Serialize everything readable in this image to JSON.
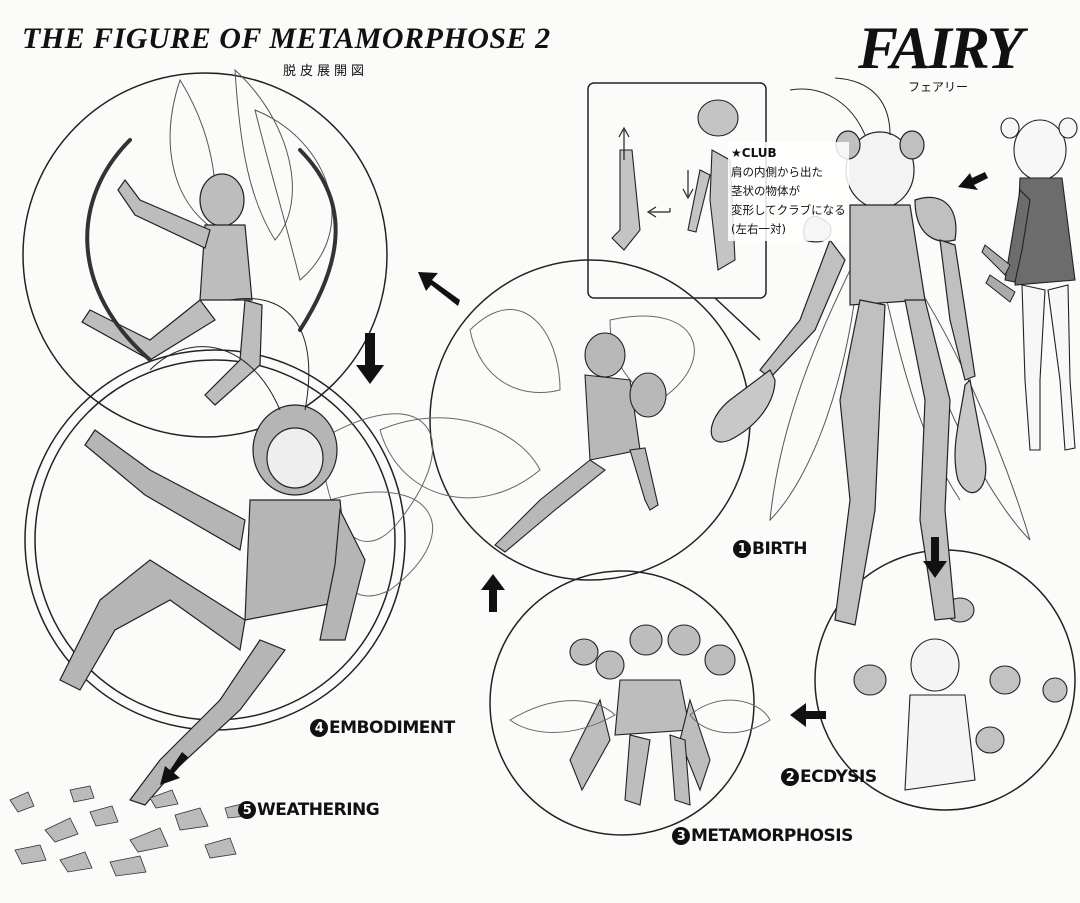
{
  "header": {
    "title": "THE FIGURE OF METAMORPHOSE 2",
    "subtitle": "脱皮展開図",
    "brand": "FAIRY",
    "brand_sub": "フェアリー"
  },
  "club_note": {
    "heading": "★CLUB",
    "lines": [
      "肩の内側から出た",
      "茎状の物体が",
      "変形してクラブになる",
      "(左右一対)"
    ]
  },
  "stages": [
    {
      "number": "1",
      "label": "BIRTH"
    },
    {
      "number": "2",
      "label": "ECDYSIS"
    },
    {
      "number": "3",
      "label": "METAMORPHOSIS"
    },
    {
      "number": "4",
      "label": "EMBODIMENT"
    },
    {
      "number": "5",
      "label": "WEATHERING"
    }
  ],
  "colors": {
    "ink": "#111111",
    "paper": "#fbfbf9"
  }
}
